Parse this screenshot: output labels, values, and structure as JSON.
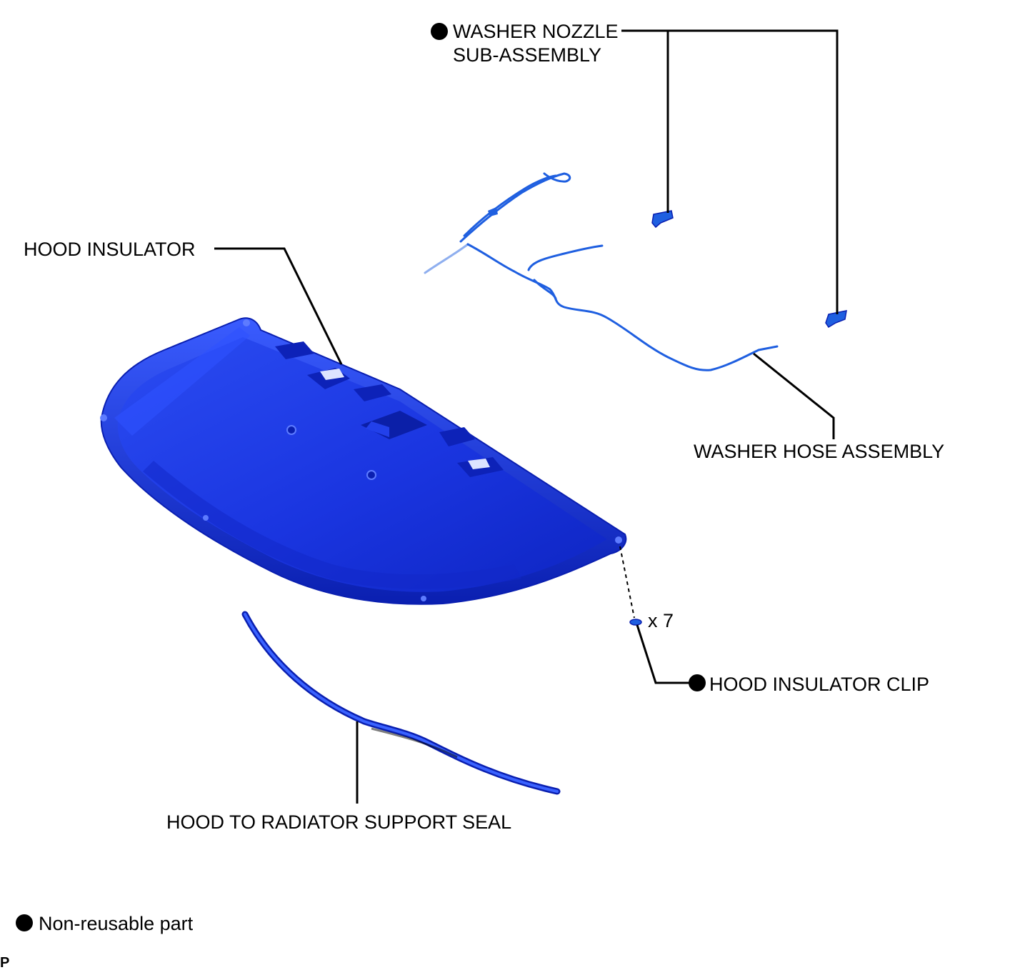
{
  "labels": {
    "washer_nozzle_line1": "WASHER NOZZLE",
    "washer_nozzle_line2": "SUB-ASSEMBLY",
    "hood_insulator": "HOOD INSULATOR",
    "washer_hose": "WASHER HOSE ASSEMBLY",
    "clip_count": "x 7",
    "hood_insulator_clip": "HOOD INSULATOR CLIP",
    "radiator_seal": "HOOD TO RADIATOR SUPPORT SEAL",
    "legend_non_reusable": "Non-reusable part",
    "corner_mark": "P"
  },
  "non_reusable_parts": [
    "washer_nozzle",
    "hood_insulator_clip"
  ],
  "colors": {
    "part_blue": "#1a35e0",
    "part_blue_dark": "#0a1fb0",
    "hose_blue": "#1f5fe0",
    "leader": "#000000",
    "marker": "#000000"
  }
}
